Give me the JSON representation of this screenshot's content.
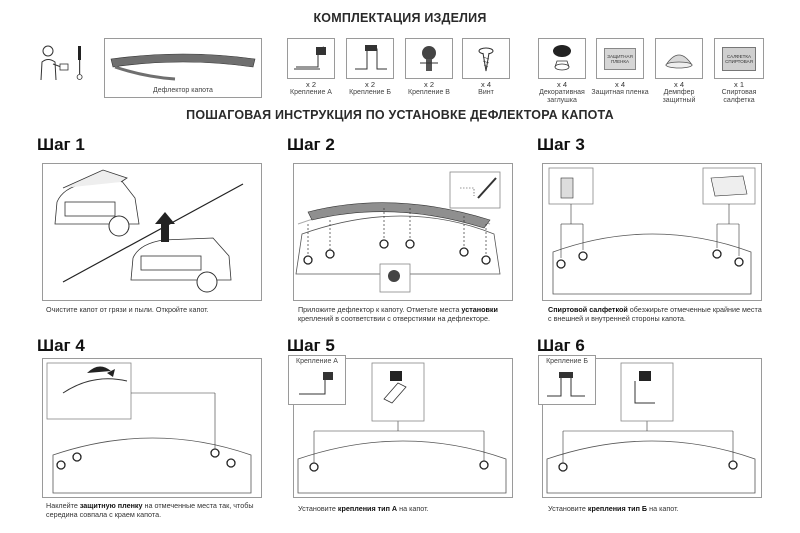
{
  "kit_title": "КОМПЛЕКТАЦИЯ ИЗДЕЛИЯ",
  "instr_title": "ПОШАГОВАЯ ИНСТРУКЦИЯ ПО УСТАНОВКЕ ДЕФЛЕКТОРА КАПОТА",
  "kit": {
    "deflector": "Дефлектор капота",
    "items": [
      {
        "qty": "x 2",
        "label": "Крепление А"
      },
      {
        "qty": "x 2",
        "label": "Крепление Б"
      },
      {
        "qty": "x 2",
        "label": "Крепление В"
      },
      {
        "qty": "x 4",
        "label": "Винт"
      },
      {
        "qty": "x 4",
        "label": "Декоративная заглушка"
      },
      {
        "qty": "x 4",
        "label": "Защитная пленка"
      },
      {
        "qty": "x 4",
        "label": "Демпфер защитный"
      },
      {
        "qty": "x 1",
        "label": "Спиртовая салфетка"
      }
    ],
    "film_text": "ЗАЩИТНАЯ ПЛЕНКА",
    "wipe_text": "САЛФЕТКА СПИРТОВАЯ"
  },
  "steps": [
    {
      "title": "Шаг 1",
      "parts": [
        "Очистите капот от грязи и пыли. Откройте капот."
      ]
    },
    {
      "title": "Шаг 2",
      "parts": [
        "Приложите дефлектор к капоту. Отметьте места ",
        "установки",
        " креплений в соответствии с отверстиями на дефлекторе."
      ]
    },
    {
      "title": "Шаг 3",
      "parts": [
        "",
        "Спиртовой салфеткой",
        " обезжирьте отмеченные крайние места с внешней и внутренней стороны капота."
      ]
    },
    {
      "title": "Шаг 4",
      "parts": [
        "Наклейте ",
        "защитную пленку",
        " на отмеченные места так, чтобы середина совпала с краем капота."
      ]
    },
    {
      "title": "Шаг 5",
      "parts": [
        "Установите ",
        "крепления тип А",
        " на капот."
      ],
      "inset": "Крепление А"
    },
    {
      "title": "Шаг 6",
      "parts": [
        "Установите ",
        "крепления тип Б",
        " на капот."
      ],
      "inset": "Крепление Б"
    }
  ],
  "colors": {
    "frame": "#9a9a9a",
    "deflector": "#6f6f6f",
    "marker": "#222222"
  }
}
